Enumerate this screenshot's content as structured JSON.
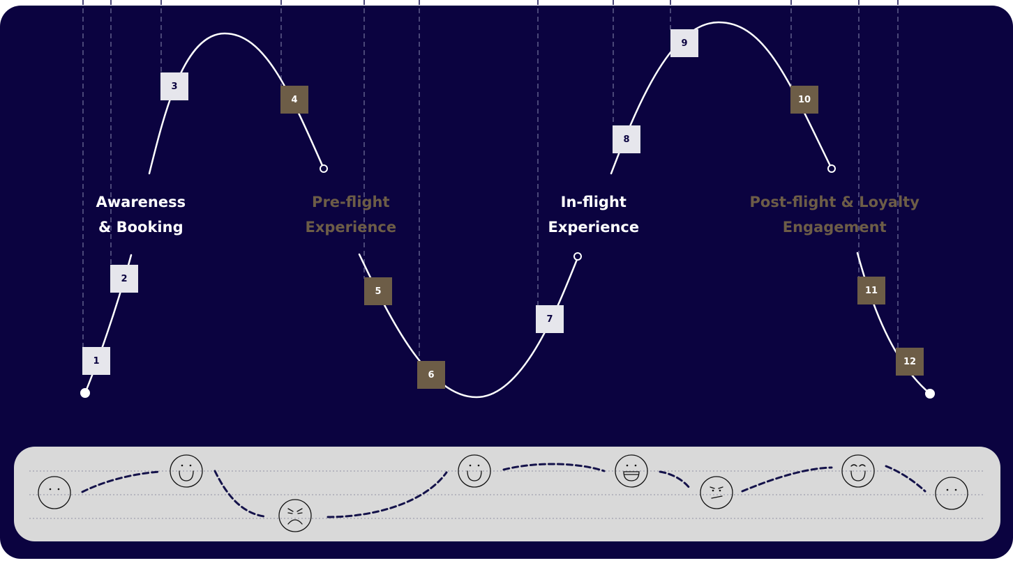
{
  "colors": {
    "background": "#0b0340",
    "curve": "#ffffff",
    "guide_line": "#4a4778",
    "marker_light": "#e6e6ec",
    "marker_light_text": "#0b0340",
    "marker_dark": "#6d5d47",
    "marker_dark_text": "#ffffff",
    "label_light": "#ffffff",
    "label_dark": "#6d5d47",
    "emotion_panel": "#d9d9d9",
    "emotion_path": "#14124a",
    "face_stroke": "#111111"
  },
  "phases": [
    {
      "id": "awareness",
      "lines": [
        "Awareness",
        "& Booking"
      ],
      "tone": "light"
    },
    {
      "id": "pre-flight",
      "lines": [
        "Pre-flight",
        "Experience"
      ],
      "tone": "dark"
    },
    {
      "id": "in-flight",
      "lines": [
        "In-flight",
        "Experience"
      ],
      "tone": "light"
    },
    {
      "id": "post-flight",
      "lines": [
        "Post-flight & Loyalty",
        "Engagement"
      ],
      "tone": "dark"
    }
  ],
  "touchpoints": [
    {
      "label": "1",
      "tone": "light"
    },
    {
      "label": "2",
      "tone": "light"
    },
    {
      "label": "3",
      "tone": "light"
    },
    {
      "label": "4",
      "tone": "dark"
    },
    {
      "label": "5",
      "tone": "dark"
    },
    {
      "label": "6",
      "tone": "dark"
    },
    {
      "label": "7",
      "tone": "light"
    },
    {
      "label": "8",
      "tone": "light"
    },
    {
      "label": "9",
      "tone": "light"
    },
    {
      "label": "10",
      "tone": "dark"
    },
    {
      "label": "11",
      "tone": "dark"
    },
    {
      "label": "12",
      "tone": "dark"
    }
  ],
  "emotions": [
    {
      "mood": "neutral",
      "icon": "neutral-face-icon"
    },
    {
      "mood": "happy",
      "icon": "smiling-face-icon"
    },
    {
      "mood": "angry",
      "icon": "angry-face-icon"
    },
    {
      "mood": "happy",
      "icon": "smiling-face-icon"
    },
    {
      "mood": "delighted",
      "icon": "laughing-face-icon"
    },
    {
      "mood": "skeptical",
      "icon": "skeptical-face-icon"
    },
    {
      "mood": "content",
      "icon": "content-face-icon"
    },
    {
      "mood": "neutral",
      "icon": "neutral-face-icon"
    }
  ]
}
